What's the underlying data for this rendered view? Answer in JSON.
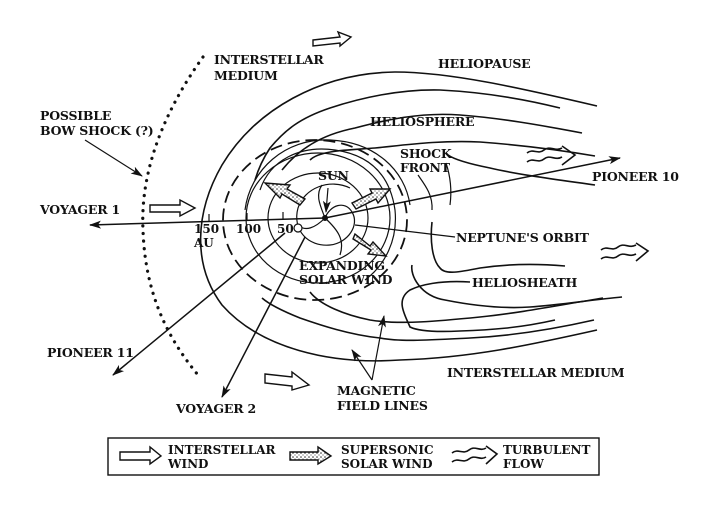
{
  "labels": {
    "interstellar_medium_top": [
      "INTERSTELLAR",
      "MEDIUM"
    ],
    "heliopause": "HELIOPAUSE",
    "possible_bow_shock": [
      "POSSIBLE",
      "BOW SHOCK (?)"
    ],
    "heliosphere": "HELIOSPHERE",
    "shock_front": [
      "SHOCK",
      "FRONT"
    ],
    "sun": "SUN",
    "pioneer_10": "PIONEER 10",
    "voyager_1": "VOYAGER 1",
    "distance_150": "150",
    "distance_unit": "AU",
    "distance_100": "100",
    "distance_50": "50",
    "neptunes_orbit": "NEPTUNE'S ORBIT",
    "expanding_solar_wind": [
      "EXPANDING",
      "SOLAR WIND"
    ],
    "heliosheath": "HELIOSHEATH",
    "pioneer_11": "PIONEER 11",
    "interstellar_medium_bottom": "INTERSTELLAR MEDIUM",
    "magnetic_field_lines": [
      "MAGNETIC",
      "FIELD LINES"
    ],
    "voyager_2": "VOYAGER 2"
  },
  "legend": {
    "items": [
      {
        "icon": "interstellar-wind-arrow-icon",
        "lines": [
          "INTERSTELLAR",
          "WIND"
        ]
      },
      {
        "icon": "supersonic-solar-wind-arrow-icon",
        "lines": [
          "SUPERSONIC",
          "SOLAR WIND"
        ]
      },
      {
        "icon": "turbulent-flow-arrow-icon",
        "lines": [
          "TURBULENT",
          "FLOW"
        ]
      }
    ]
  },
  "colors": {
    "ink": "#111111",
    "background": "#ffffff"
  }
}
